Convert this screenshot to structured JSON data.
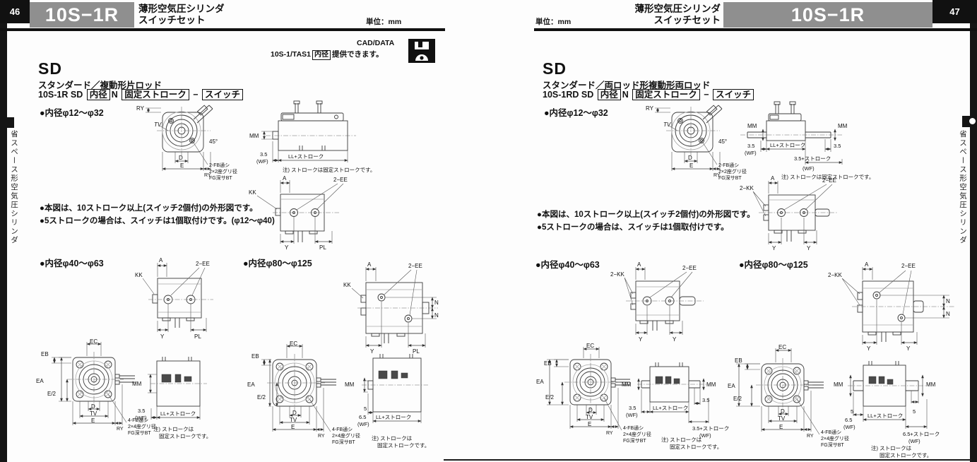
{
  "sidebar": {
    "left_text": "省スペース形空気圧シリンダ",
    "right_text": "省スペース形空気圧シリンダ"
  },
  "header_left": {
    "page_number": "46",
    "series": "10S−1R",
    "title1": "薄形空気圧シリンダ",
    "title2": "スイッチセット",
    "unit": "単位：mm"
  },
  "header_right": {
    "page_number": "47",
    "series": "10S−1R",
    "title1": "薄形空気圧シリンダ",
    "title2": "スイッチセット",
    "unit": "単位：mm"
  },
  "cad": {
    "line1": "CAD/DATA",
    "model": "10S-1/TAS1",
    "boxed": "内径",
    "line2": "提供できます。"
  },
  "left": {
    "heading": "SD",
    "subheading": "スタンダード／複動形片ロッド",
    "code_prefix": "10S-1R SD",
    "code_box1": "内径",
    "code_n": "N",
    "code_box2": "固定ストローク",
    "code_dash": "−",
    "code_box3": "スイッチ",
    "bore_small": "●内径φ12〜φ32",
    "bore_mid": "●内径φ40〜φ63",
    "bore_large": "●内径φ80〜φ125",
    "note1": "●本図は、10ストローク以上(スイッチ2個付)の外形図です。",
    "note2": "●5ストロークの場合は、スイッチは1個取付けです。(φ12〜φ40)"
  },
  "right": {
    "heading": "SD",
    "subheading": "スタンダード／両ロッド形複動形両ロッド",
    "code_prefix": "10S-1RD SD",
    "code_box1": "内径",
    "code_n": "N",
    "code_box2": "固定ストローク",
    "code_dash": "−",
    "code_box3": "スイッチ",
    "bore_small": "●内径φ12〜φ32",
    "bore_mid": "●内径φ40〜φ63",
    "bore_large": "●内径φ80〜φ125",
    "note1": "●本図は、10ストローク以上(スイッチ2個付)の外形図です。",
    "note2": "●5ストロークの場合は、スイッチは1個取付けです。"
  },
  "dims": {
    "ry": "RY",
    "tv": "TV",
    "d": "D",
    "e": "E",
    "deg45": "45°",
    "mm": "MM",
    "a": "A",
    "kk": "KK",
    "kk2": "2−KK",
    "ee2": "2−EE",
    "y": "Y",
    "pl": "PL",
    "n": "N",
    "ec": "EC",
    "eb": "EB",
    "ea": "EA",
    "e_half": "E/2",
    "v35": "3.5",
    "v5": "5",
    "v65": "6.5",
    "wf": "(WF)",
    "ll_stroke": "LL+ストローク",
    "s35": "3.5+ストローク",
    "s65": "6.5+ストローク",
    "fb2a": "2-FB通シ",
    "fb2b": "2×2座グリ径",
    "fbc": "FG深サBT",
    "fb4a": "4-FB通シ",
    "fb4b": "2×4座グリ径",
    "note_fixed": "注) ストロークは固定ストロークです。",
    "note_fixed_a": "注) ストロークは",
    "note_fixed_b": "固定ストロークです。"
  }
}
